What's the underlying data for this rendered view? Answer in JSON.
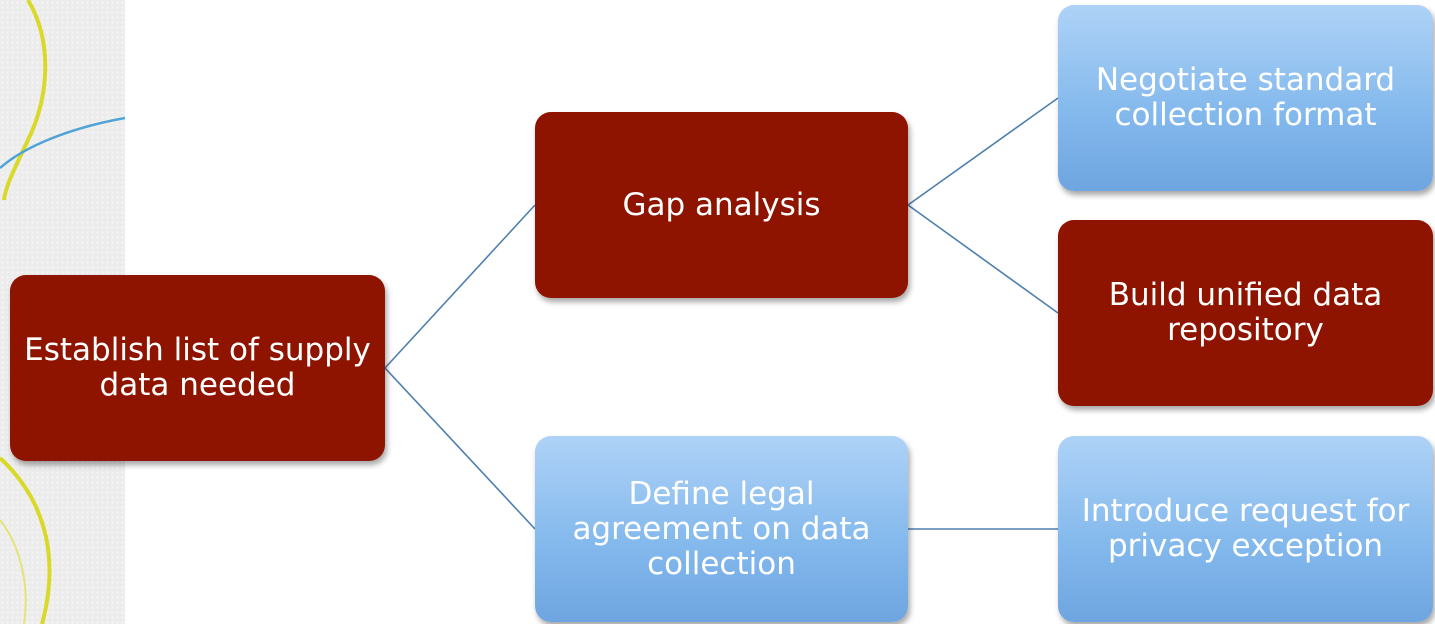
{
  "nodes": {
    "establish": "Establish list of supply data needed",
    "gap": "Gap analysis",
    "legal": "Define legal agreement on data collection",
    "negotiate": "Negotiate standard collection format",
    "build": "Build unified data repository",
    "privacy": "Introduce request for privacy exception"
  },
  "colors": {
    "red_node": "#8e1400",
    "blue_node_top": "#aed2f7",
    "blue_node_bottom": "#6ea5e0",
    "connector": "#4f7fae",
    "deco_yellow": "#d9d92a",
    "deco_blue": "#4fa3d6"
  }
}
